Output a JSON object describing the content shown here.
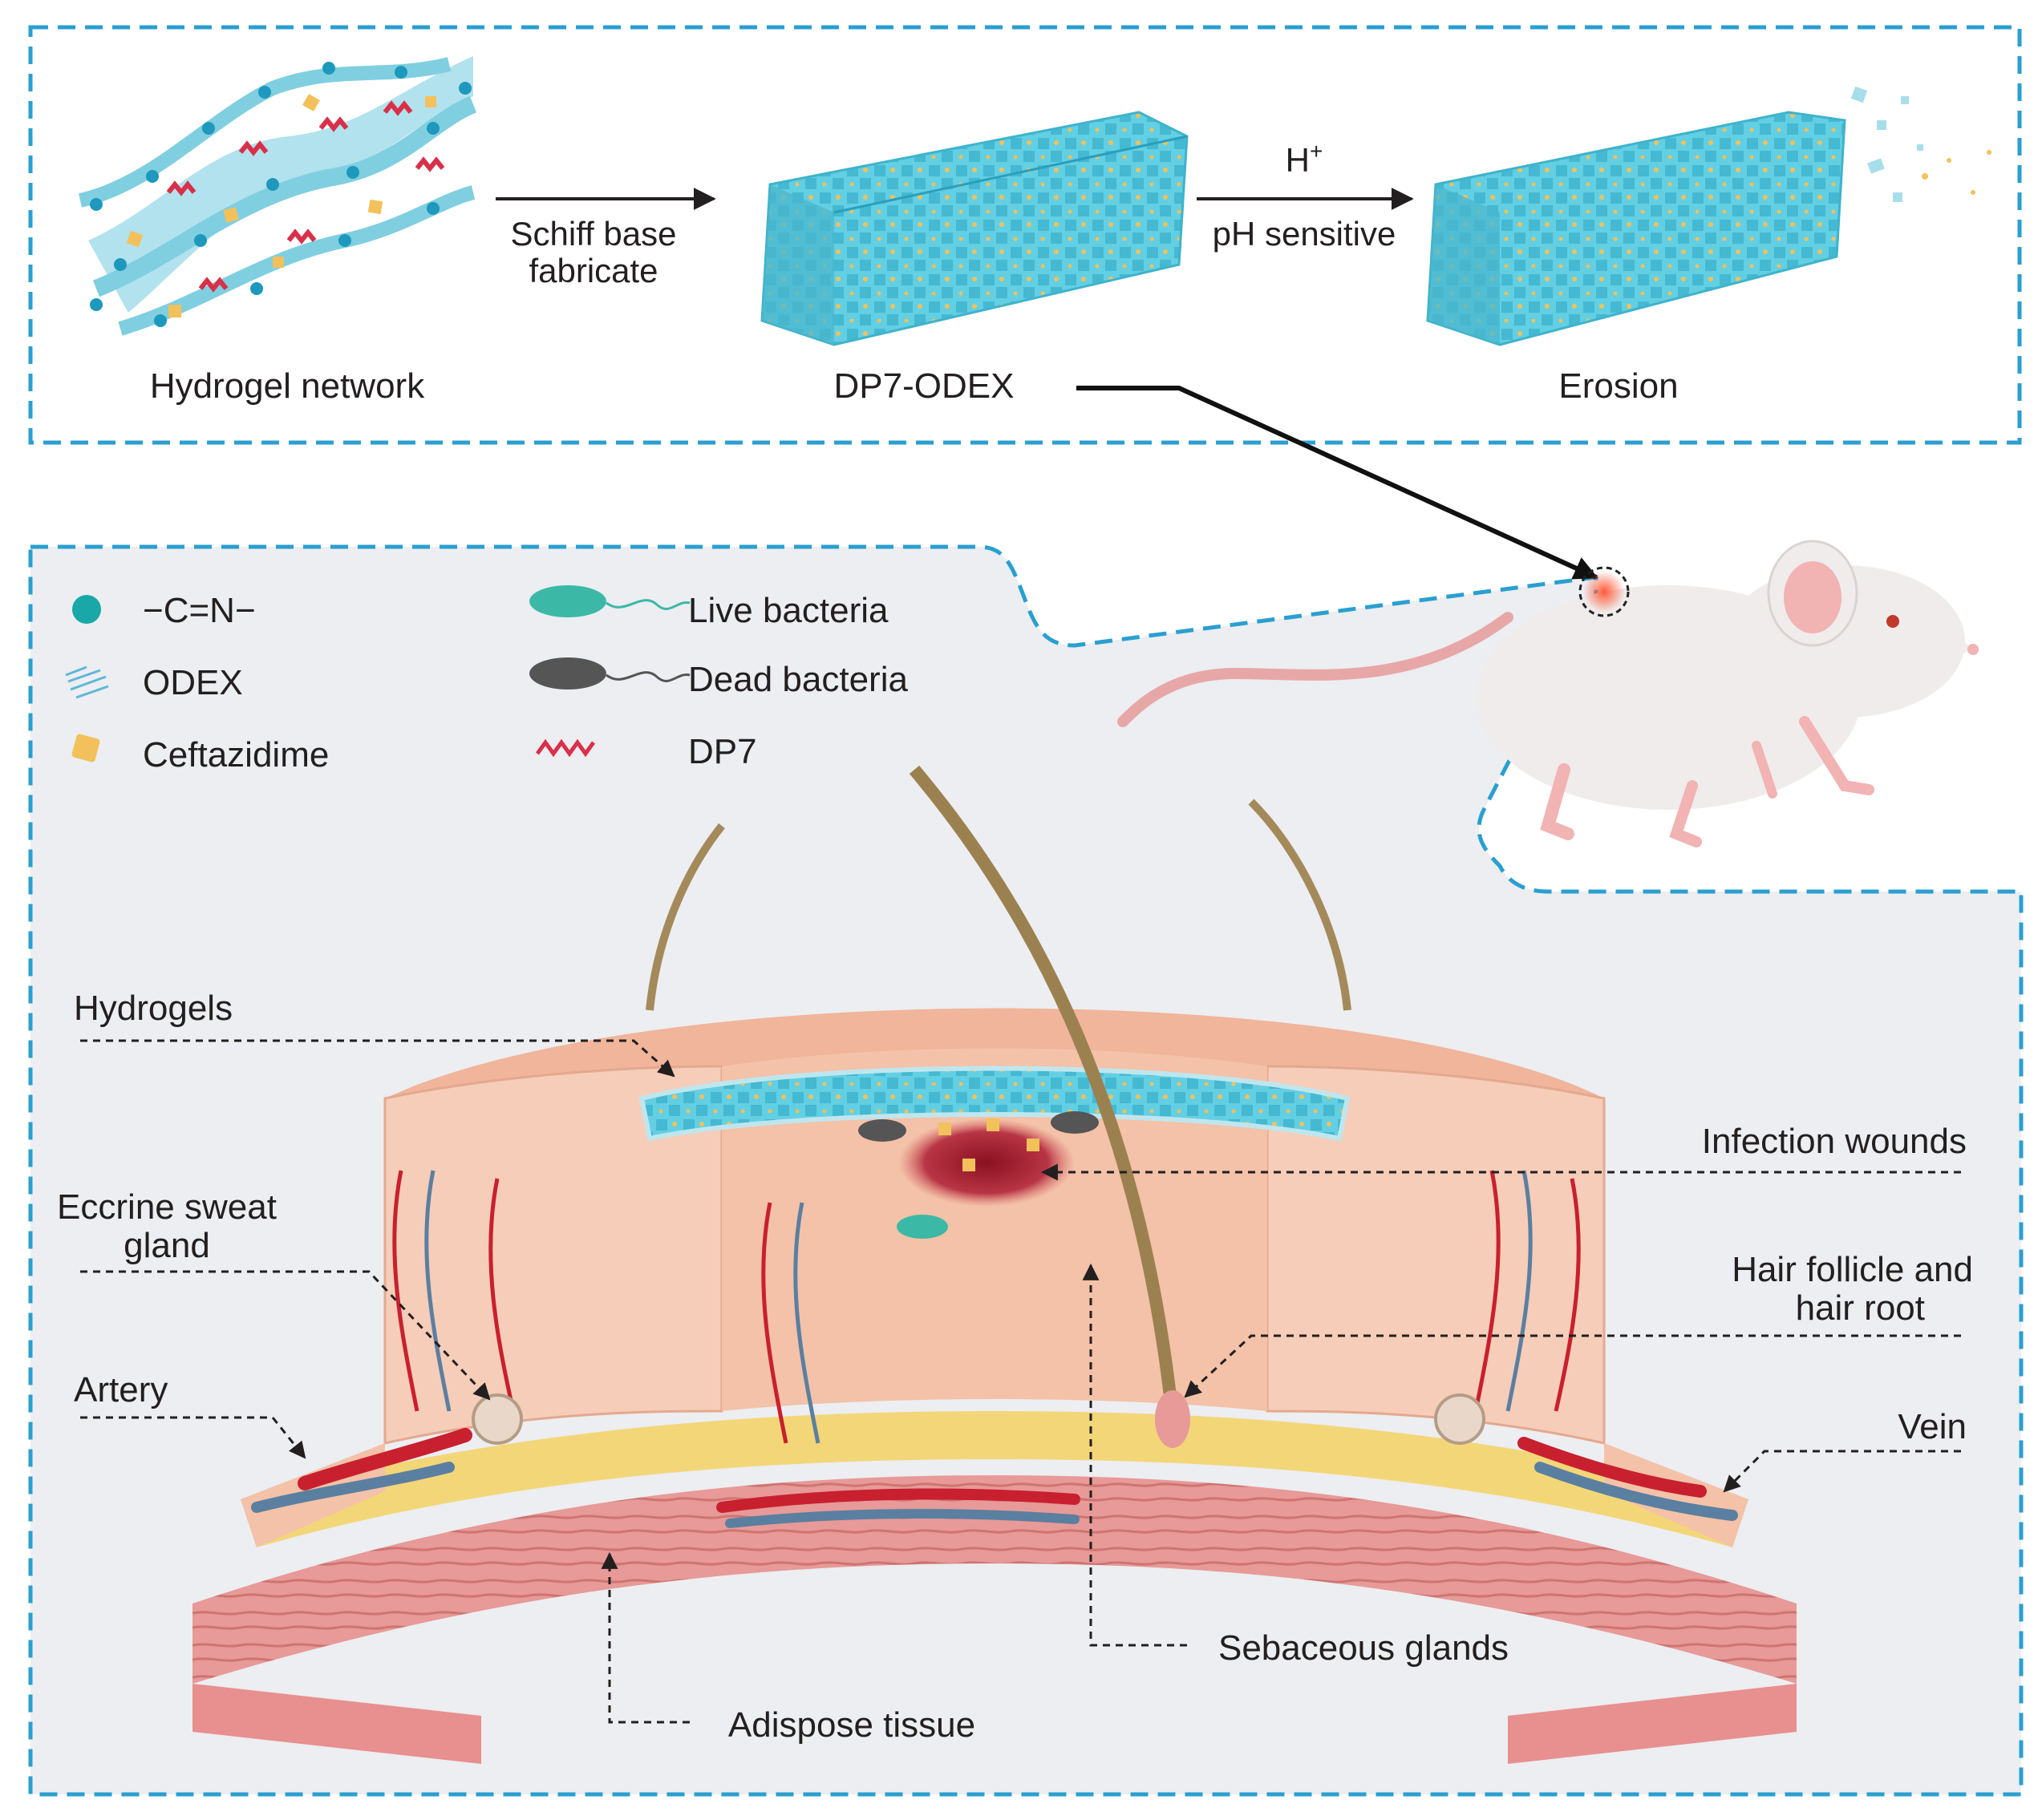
{
  "colors": {
    "frame_dash": "#2a9fd0",
    "hydrogel_cyan": "#5fd0e0",
    "hydrogel_dark": "#1b8fa8",
    "ceftazidime": "#f2c15b",
    "dp7": "#d9304a",
    "skin_top": "#f3c2a8",
    "skin_dermis": "#f6cdb8",
    "fat": "#f4d36a",
    "muscle": "#e88f8f",
    "artery": "#c8202f",
    "vein": "#5b7fa0",
    "mouse_body": "#efeceb",
    "mouse_pink": "#f2b3b3",
    "lower_panel_bg": "#eef0f2"
  },
  "top_panel": {
    "hydrogel_network_label": "Hydrogel network",
    "step1_line1": "Schiff base",
    "step1_line2": "fabricate",
    "dp7_odex_label": "DP7-ODEX",
    "step2_top": "H",
    "step2_top_sup": "+",
    "step2_bottom": "pH sensitive",
    "erosion_label": "Erosion"
  },
  "legend": {
    "items": [
      {
        "icon": "teal-dot-icon",
        "label": "−C=N−"
      },
      {
        "icon": "odex-strand-icon",
        "label": "ODEX"
      },
      {
        "icon": "ceftazidime-icon",
        "label": "Ceftazidime"
      },
      {
        "icon": "live-bacteria-icon",
        "label": "Live bacteria"
      },
      {
        "icon": "dead-bacteria-icon",
        "label": "Dead bacteria"
      },
      {
        "icon": "dp7-helix-icon",
        "label": "DP7"
      }
    ]
  },
  "skin_labels": {
    "hydrogels": "Hydrogels",
    "eccrine": "Eccrine sweat\ngland",
    "artery": "Artery",
    "infection": "Infection wounds",
    "hair_follicle": "Hair follicle and\nhair root",
    "vein": "Vein",
    "sebaceous": "Sebaceous glands",
    "adipose": "Adispose tissue"
  }
}
